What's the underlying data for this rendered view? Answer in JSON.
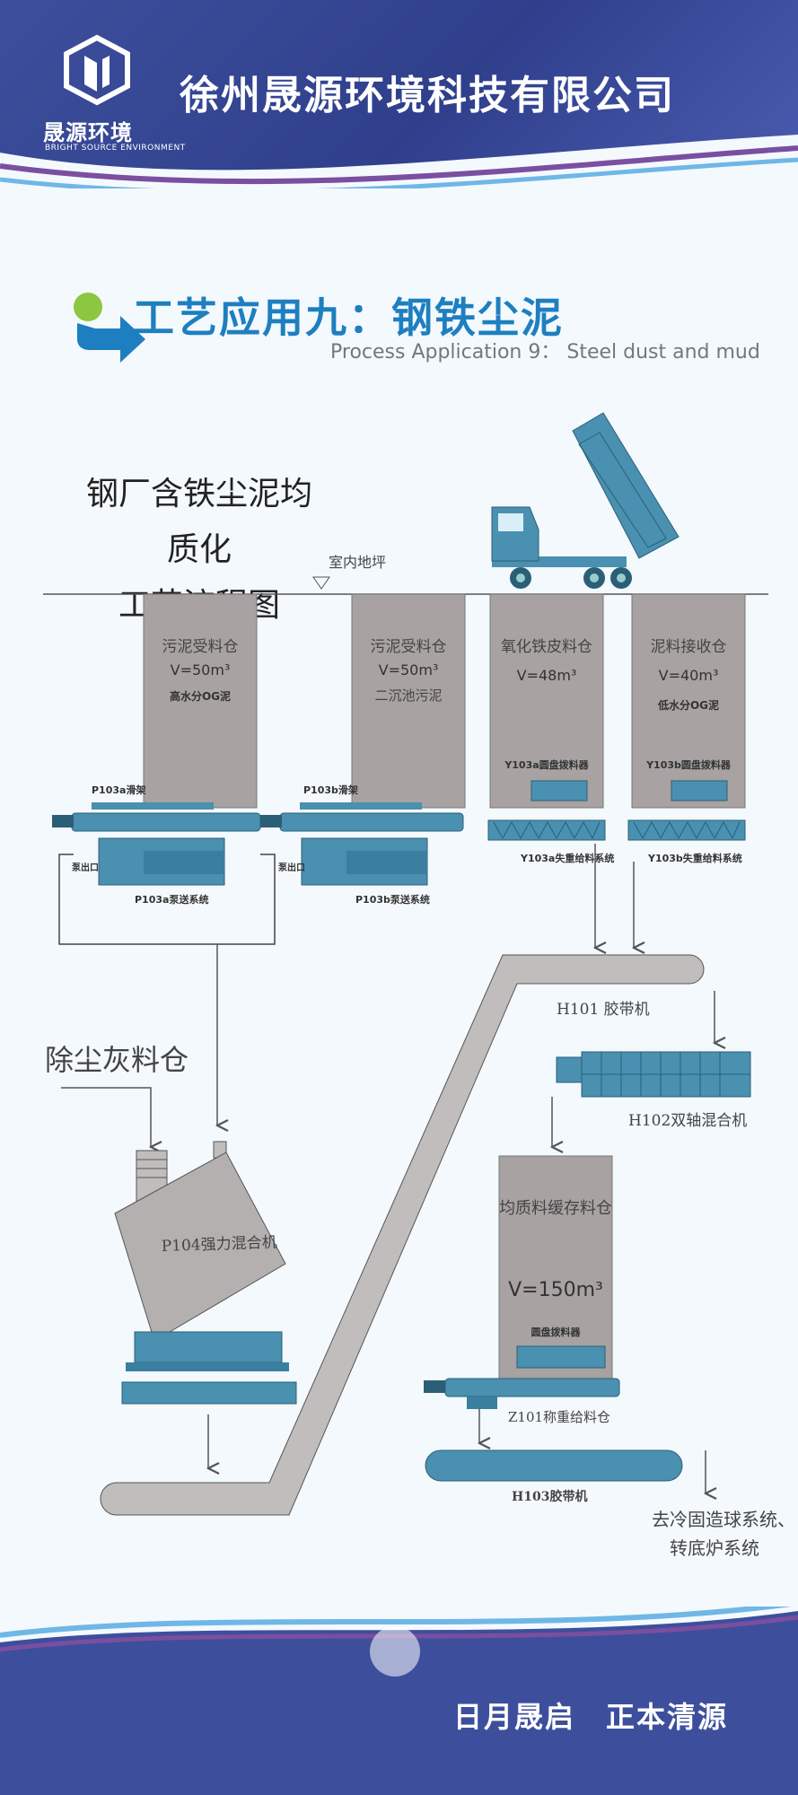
{
  "header": {
    "company": "徐州晟源环境科技有限公司",
    "logo_cn": "晟源环境",
    "logo_en": "BRIGHT SOURCE ENVIRONMENT"
  },
  "section": {
    "title": "工艺应用九：钢铁尘泥",
    "subtitle": "Process Application 9： Steel dust and mud"
  },
  "flow_title": {
    "line1": "钢厂含铁尘泥均质化",
    "line2": "工艺流程图"
  },
  "ground_label": "室内地坪",
  "bins": [
    {
      "name": "污泥受料仓",
      "volume": "V=50m³",
      "note": "高水分OG泥"
    },
    {
      "name": "污泥受料仓",
      "volume": "V=50m³",
      "note": "二沉池污泥"
    },
    {
      "name": "氧化铁皮料仓",
      "volume": "V=48m³",
      "note": "Y103a圆盘拨料器"
    },
    {
      "name": "泥料接收仓",
      "volume": "V=40m³",
      "note": "Y103b圆盘拨料器"
    }
  ],
  "equipment": {
    "p103a_slide": "P103a滑架",
    "p103b_slide": "P103b滑架",
    "pump_outlet_a": "泵出口",
    "pump_outlet_b": "泵出口",
    "p103a_pump": "P103a泵送系统",
    "p103b_pump": "P103b泵送系统",
    "y103a_feed": "Y103a失重给料系统",
    "y103b_feed": "Y103b失重给料系统",
    "h101": "H101 胶带机",
    "h102": "H102双轴混合机",
    "dust_bin": "除尘灰料仓",
    "p104": "P104强力混合机",
    "homog_bin": "均质料缓存料仓",
    "homog_volume": "V=150m³",
    "disc_feeder": "圆盘拨料器",
    "z101": "Z101称重给料仓",
    "h103": "H103胶带机",
    "dest_line1": "去冷固造球系统、",
    "dest_line2": "转底炉系统"
  },
  "footer": {
    "slogan": "日月晟启　正本清源"
  },
  "colors": {
    "header_bg": "#3d4f9c",
    "title_blue": "#1e7fc0",
    "equipment": "#4a90b0",
    "bin_fill": "#a8a2a2",
    "conveyor_fill": "#c2bdbd"
  }
}
